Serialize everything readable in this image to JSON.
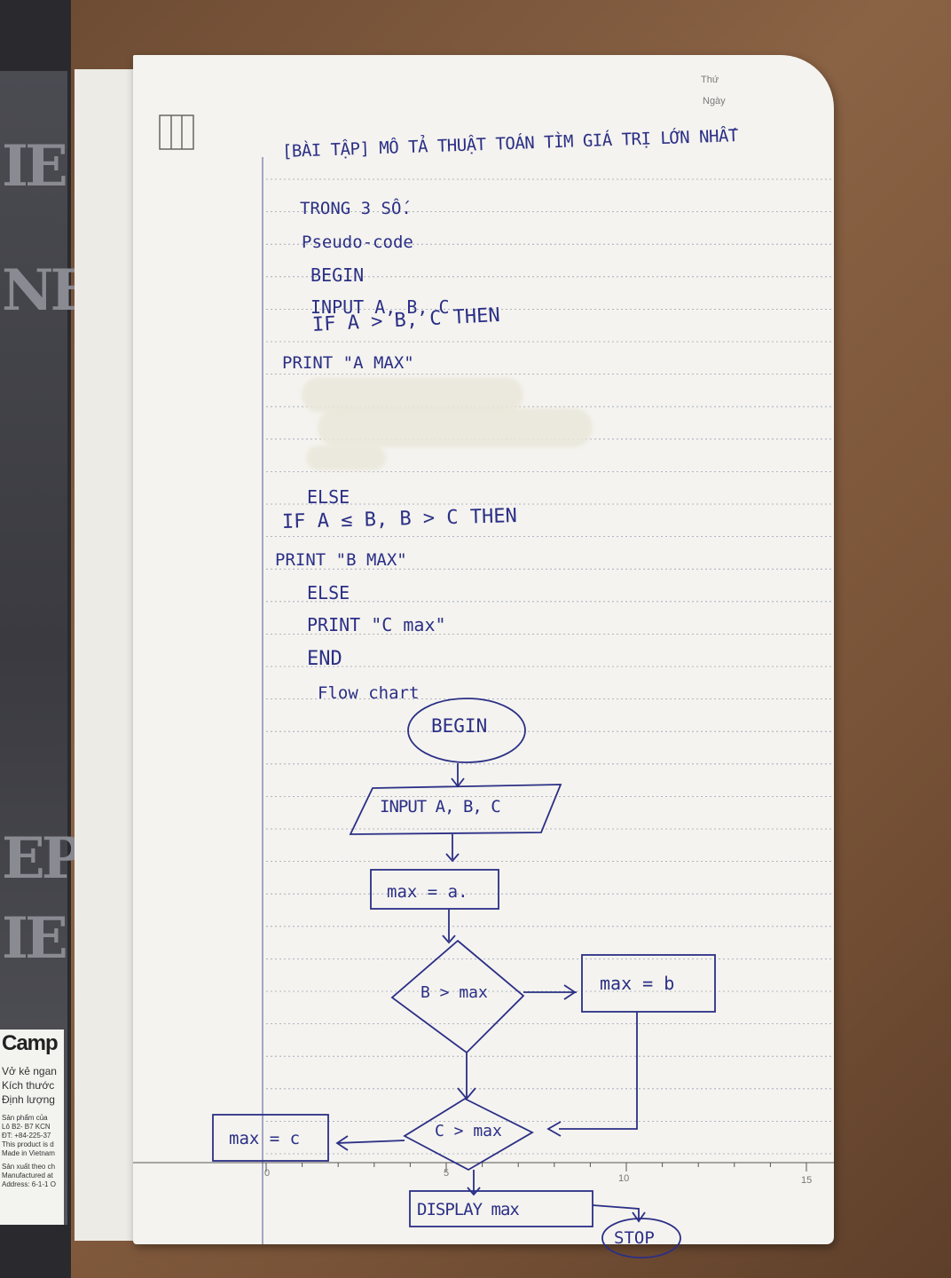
{
  "page_header": {
    "day_label": "Thứ",
    "date_label": "Ngày"
  },
  "notes": {
    "title": "[BÀI TẬP] MÔ TẢ THUẬT TOÁN TÌM GIÁ TRỊ LỚN NHẤT",
    "title_cont": "TRONG 3 SỐ.",
    "pseudo_label": "Pseudo-code",
    "lines": [
      "BEGIN",
      "INPUT A, B, C",
      "IF A > B, C THEN",
      "PRINT \"A MAX\"",
      "ELSE",
      "IF A ≤ B, B > C THEN",
      "PRINT \"B MAX\"",
      "ELSE",
      "PRINT \"C max\"",
      "END"
    ],
    "flow_label": "Flow chart"
  },
  "flowchart": {
    "begin": "BEGIN",
    "input": "INPUT A, B, C",
    "assign_a": "max = a.",
    "cond_b": "B > max",
    "assign_b": "max = b",
    "cond_c": "C > max",
    "assign_c": "max = c",
    "display": "DISPLAY max",
    "stop": "STOP"
  },
  "ruler": {
    "ticks": [
      "0",
      "5",
      "10",
      "15"
    ]
  },
  "cover": {
    "brand": "Camp",
    "lines": [
      "Vở kẻ ngan",
      "Kích thước",
      "Định lượng",
      "Sản phẩm của",
      "Lô B2- B7 KCN",
      "ĐT: +84-225-37",
      "This product is d",
      "Made in Vietnam",
      "Sản xuất theo ch",
      "Manufactured at",
      "Address: 6-1-1 O"
    ]
  }
}
